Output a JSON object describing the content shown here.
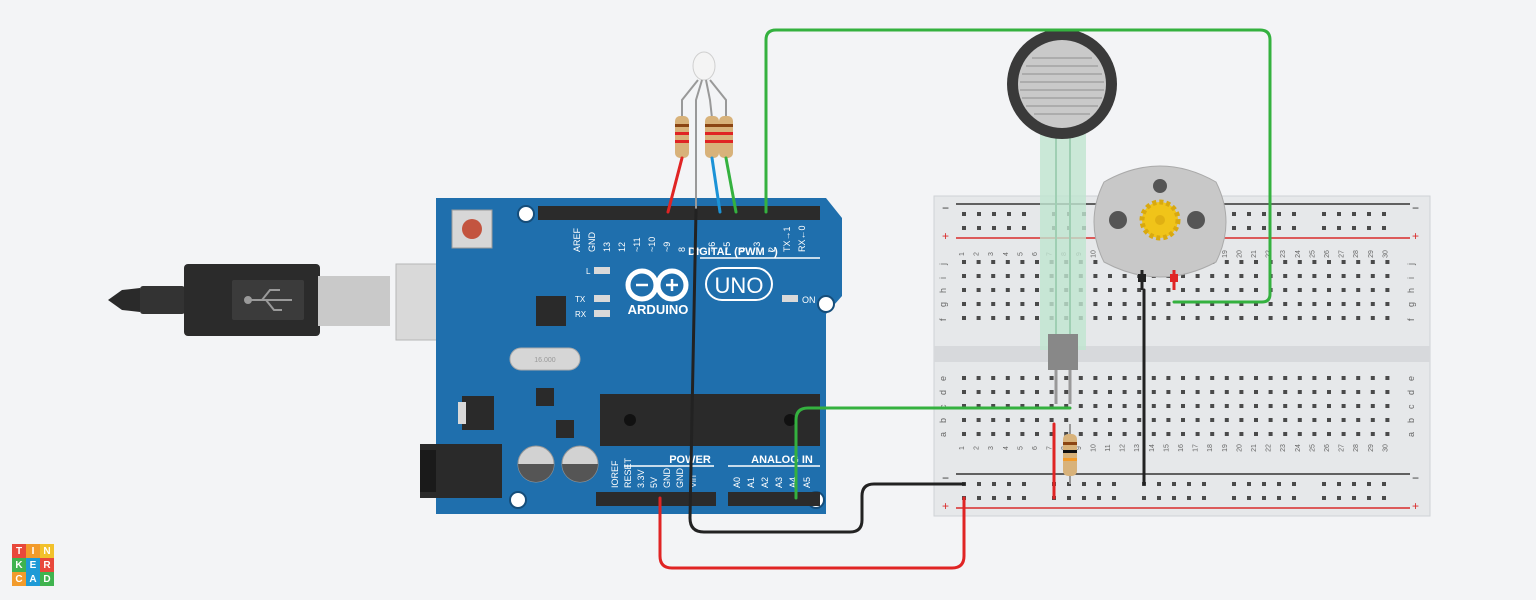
{
  "colors": {
    "board": "#1f6fad",
    "wire_red": "#e02424",
    "wire_green": "#34b13f",
    "wire_blue": "#1b92d6",
    "wire_black": "#222222",
    "breadboard": "#e6e8ea",
    "rail_red": "#d92b2b"
  },
  "arduino": {
    "brand": "ARDUINO",
    "model": "UNO",
    "digital_label": "DIGITAL (PWM ~)",
    "power_label": "POWER",
    "analog_label": "ANALOG IN",
    "on_label": "ON",
    "led_labels": [
      "L",
      "TX",
      "RX"
    ],
    "crystal_label": "16.000",
    "digital_pins": [
      "AREF",
      "GND",
      "13",
      "12",
      "~11",
      "~10",
      "~9",
      "8",
      "7",
      "~6",
      "~5",
      "4",
      "~3",
      "2",
      "TX→1",
      "RX←0"
    ],
    "power_pins": [
      "IOREF",
      "RESET",
      "3.3V",
      "5V",
      "GND",
      "GND",
      "Vin"
    ],
    "analog_pins": [
      "A0",
      "A1",
      "A2",
      "A3",
      "A4",
      "A5"
    ]
  },
  "breadboard": {
    "row_letters_top": [
      "j",
      "i",
      "h",
      "g",
      "f"
    ],
    "row_letters_bottom": [
      "e",
      "d",
      "c",
      "b",
      "a"
    ],
    "column_numbers": [
      "1",
      "2",
      "3",
      "4",
      "5",
      "6",
      "7",
      "8",
      "9",
      "10",
      "11",
      "12",
      "13",
      "14",
      "15",
      "16",
      "17",
      "18",
      "19",
      "20",
      "21",
      "22",
      "23",
      "24",
      "25",
      "26",
      "27",
      "28",
      "29",
      "30"
    ],
    "rail_plus": "+",
    "rail_minus": "−"
  },
  "logo": {
    "letters": [
      "T",
      "I",
      "N",
      "K",
      "E",
      "R",
      "C",
      "A",
      "D"
    ],
    "colors": [
      "#e8483b",
      "#f29b2b",
      "#f2c12b",
      "#3fb34f",
      "#1e9ad6",
      "#e8483b",
      "#f29b2b",
      "#1e9ad6",
      "#3fb34f"
    ]
  }
}
